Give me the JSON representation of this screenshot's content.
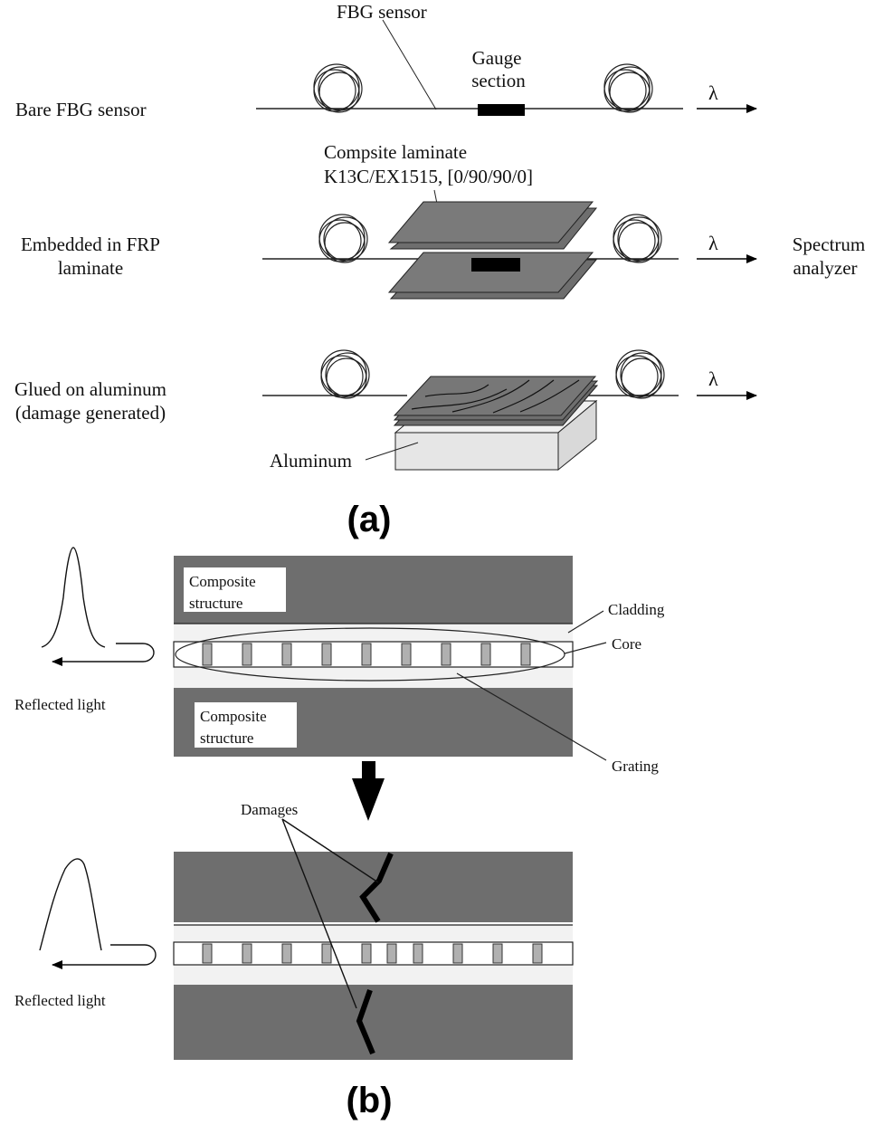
{
  "panel_a": {
    "label": "(a)",
    "row1": {
      "name_line1": "Bare FBG sensor",
      "fbg_label": "FBG sensor",
      "gauge_line1": "Gauge",
      "gauge_line2": "section",
      "lambda": "λ"
    },
    "row2": {
      "name_line1": "Embedded in FRP",
      "name_line2": "laminate",
      "laminate_line1": "Compsite laminate",
      "laminate_line2": "K13C/EX1515, [0/90/90/0]",
      "lambda": "λ",
      "analyzer_line1": "Spectrum",
      "analyzer_line2": "analyzer"
    },
    "row3": {
      "name_line1": "Glued on aluminum",
      "name_line2": "(damage generated)",
      "aluminum": "Aluminum",
      "lambda": "λ"
    }
  },
  "panel_b": {
    "label": "(b)",
    "top": {
      "composite_top_line1": "Composite",
      "composite_top_line2": "structure",
      "composite_bottom_line1": "Composite",
      "composite_bottom_line2": "structure",
      "cladding": "Cladding",
      "core": "Core",
      "grating": "Grating",
      "reflected": "Reflected light"
    },
    "bottom": {
      "damages": "Damages",
      "reflected": "Reflected light"
    }
  },
  "colors": {
    "composite": "#6e6e6e",
    "cladding": "#f2f2f2",
    "grating": "#b0b0b0",
    "aluminum": "#e6e6e6"
  }
}
